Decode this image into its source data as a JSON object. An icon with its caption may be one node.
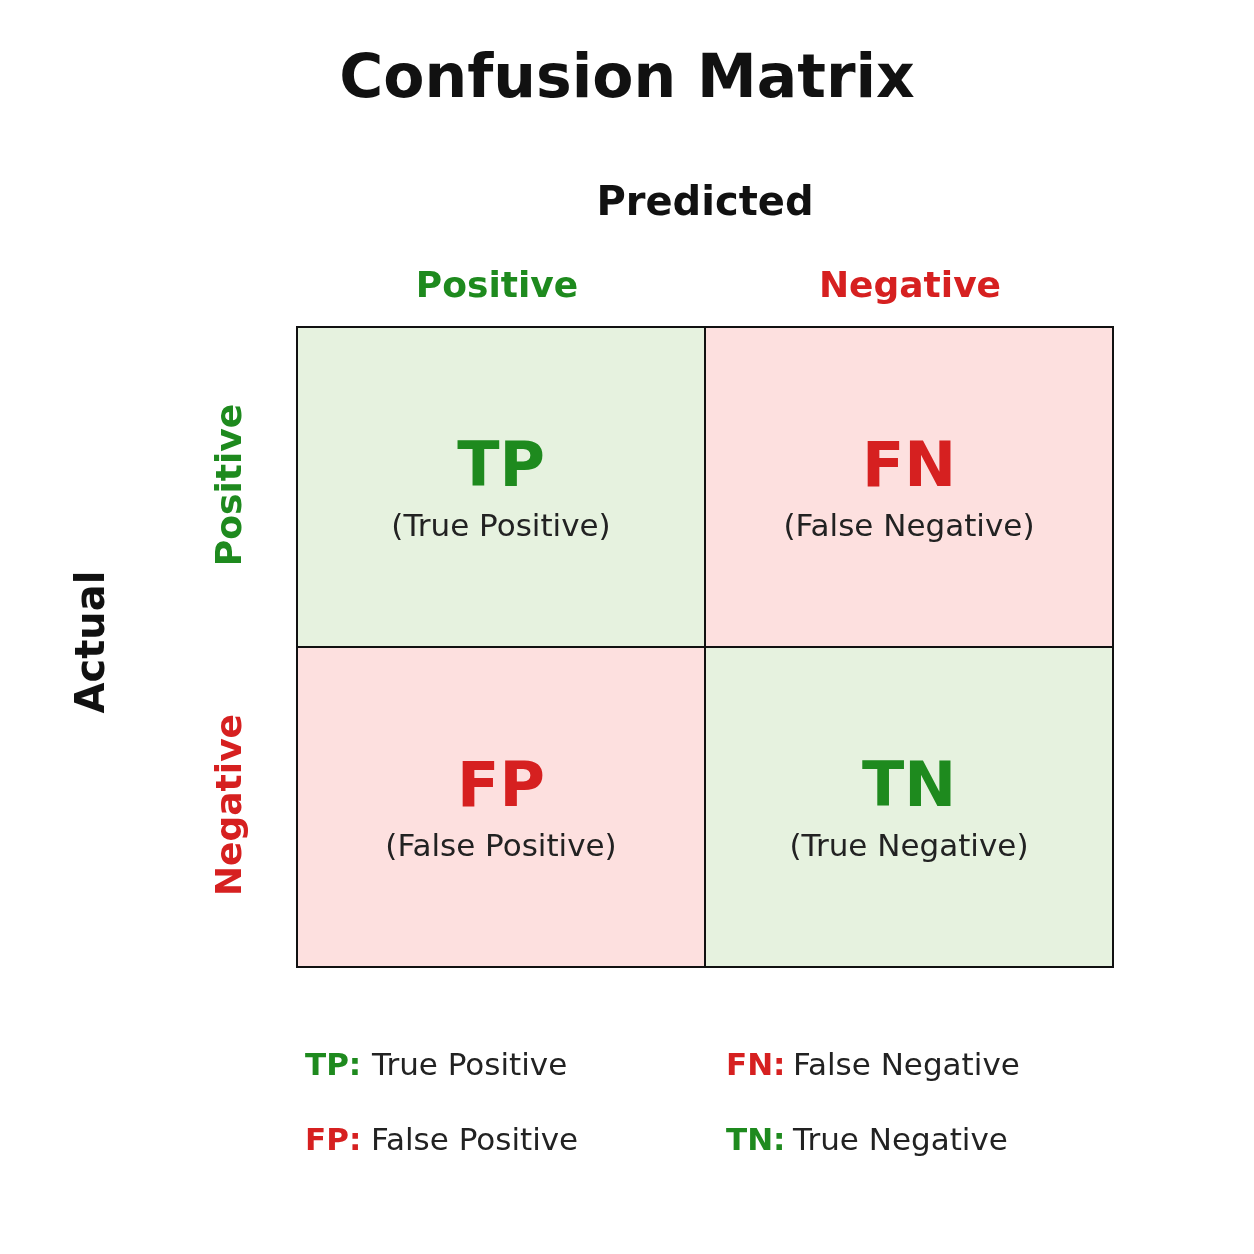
{
  "diagram": {
    "title": "Confusion Matrix",
    "nodes": [
      {
        "text": [
          "TP",
          "(True Positive)"
        ]
      },
      {
        "text": [
          "FN",
          "(False Negative)"
        ]
      },
      {
        "text": [
          "FP",
          "(False Positive)"
        ]
      },
      {
        "text": [
          "TN",
          "(True Negative)"
        ]
      }
    ],
    "labels": [
      "Predicted",
      "Positive",
      "Negative",
      "Actual",
      "Positive",
      "Negative",
      "TP:",
      "True Positive",
      "FN:",
      "False Negative",
      "FP:",
      "False Positive",
      "TN:",
      "True Negative"
    ]
  }
}
